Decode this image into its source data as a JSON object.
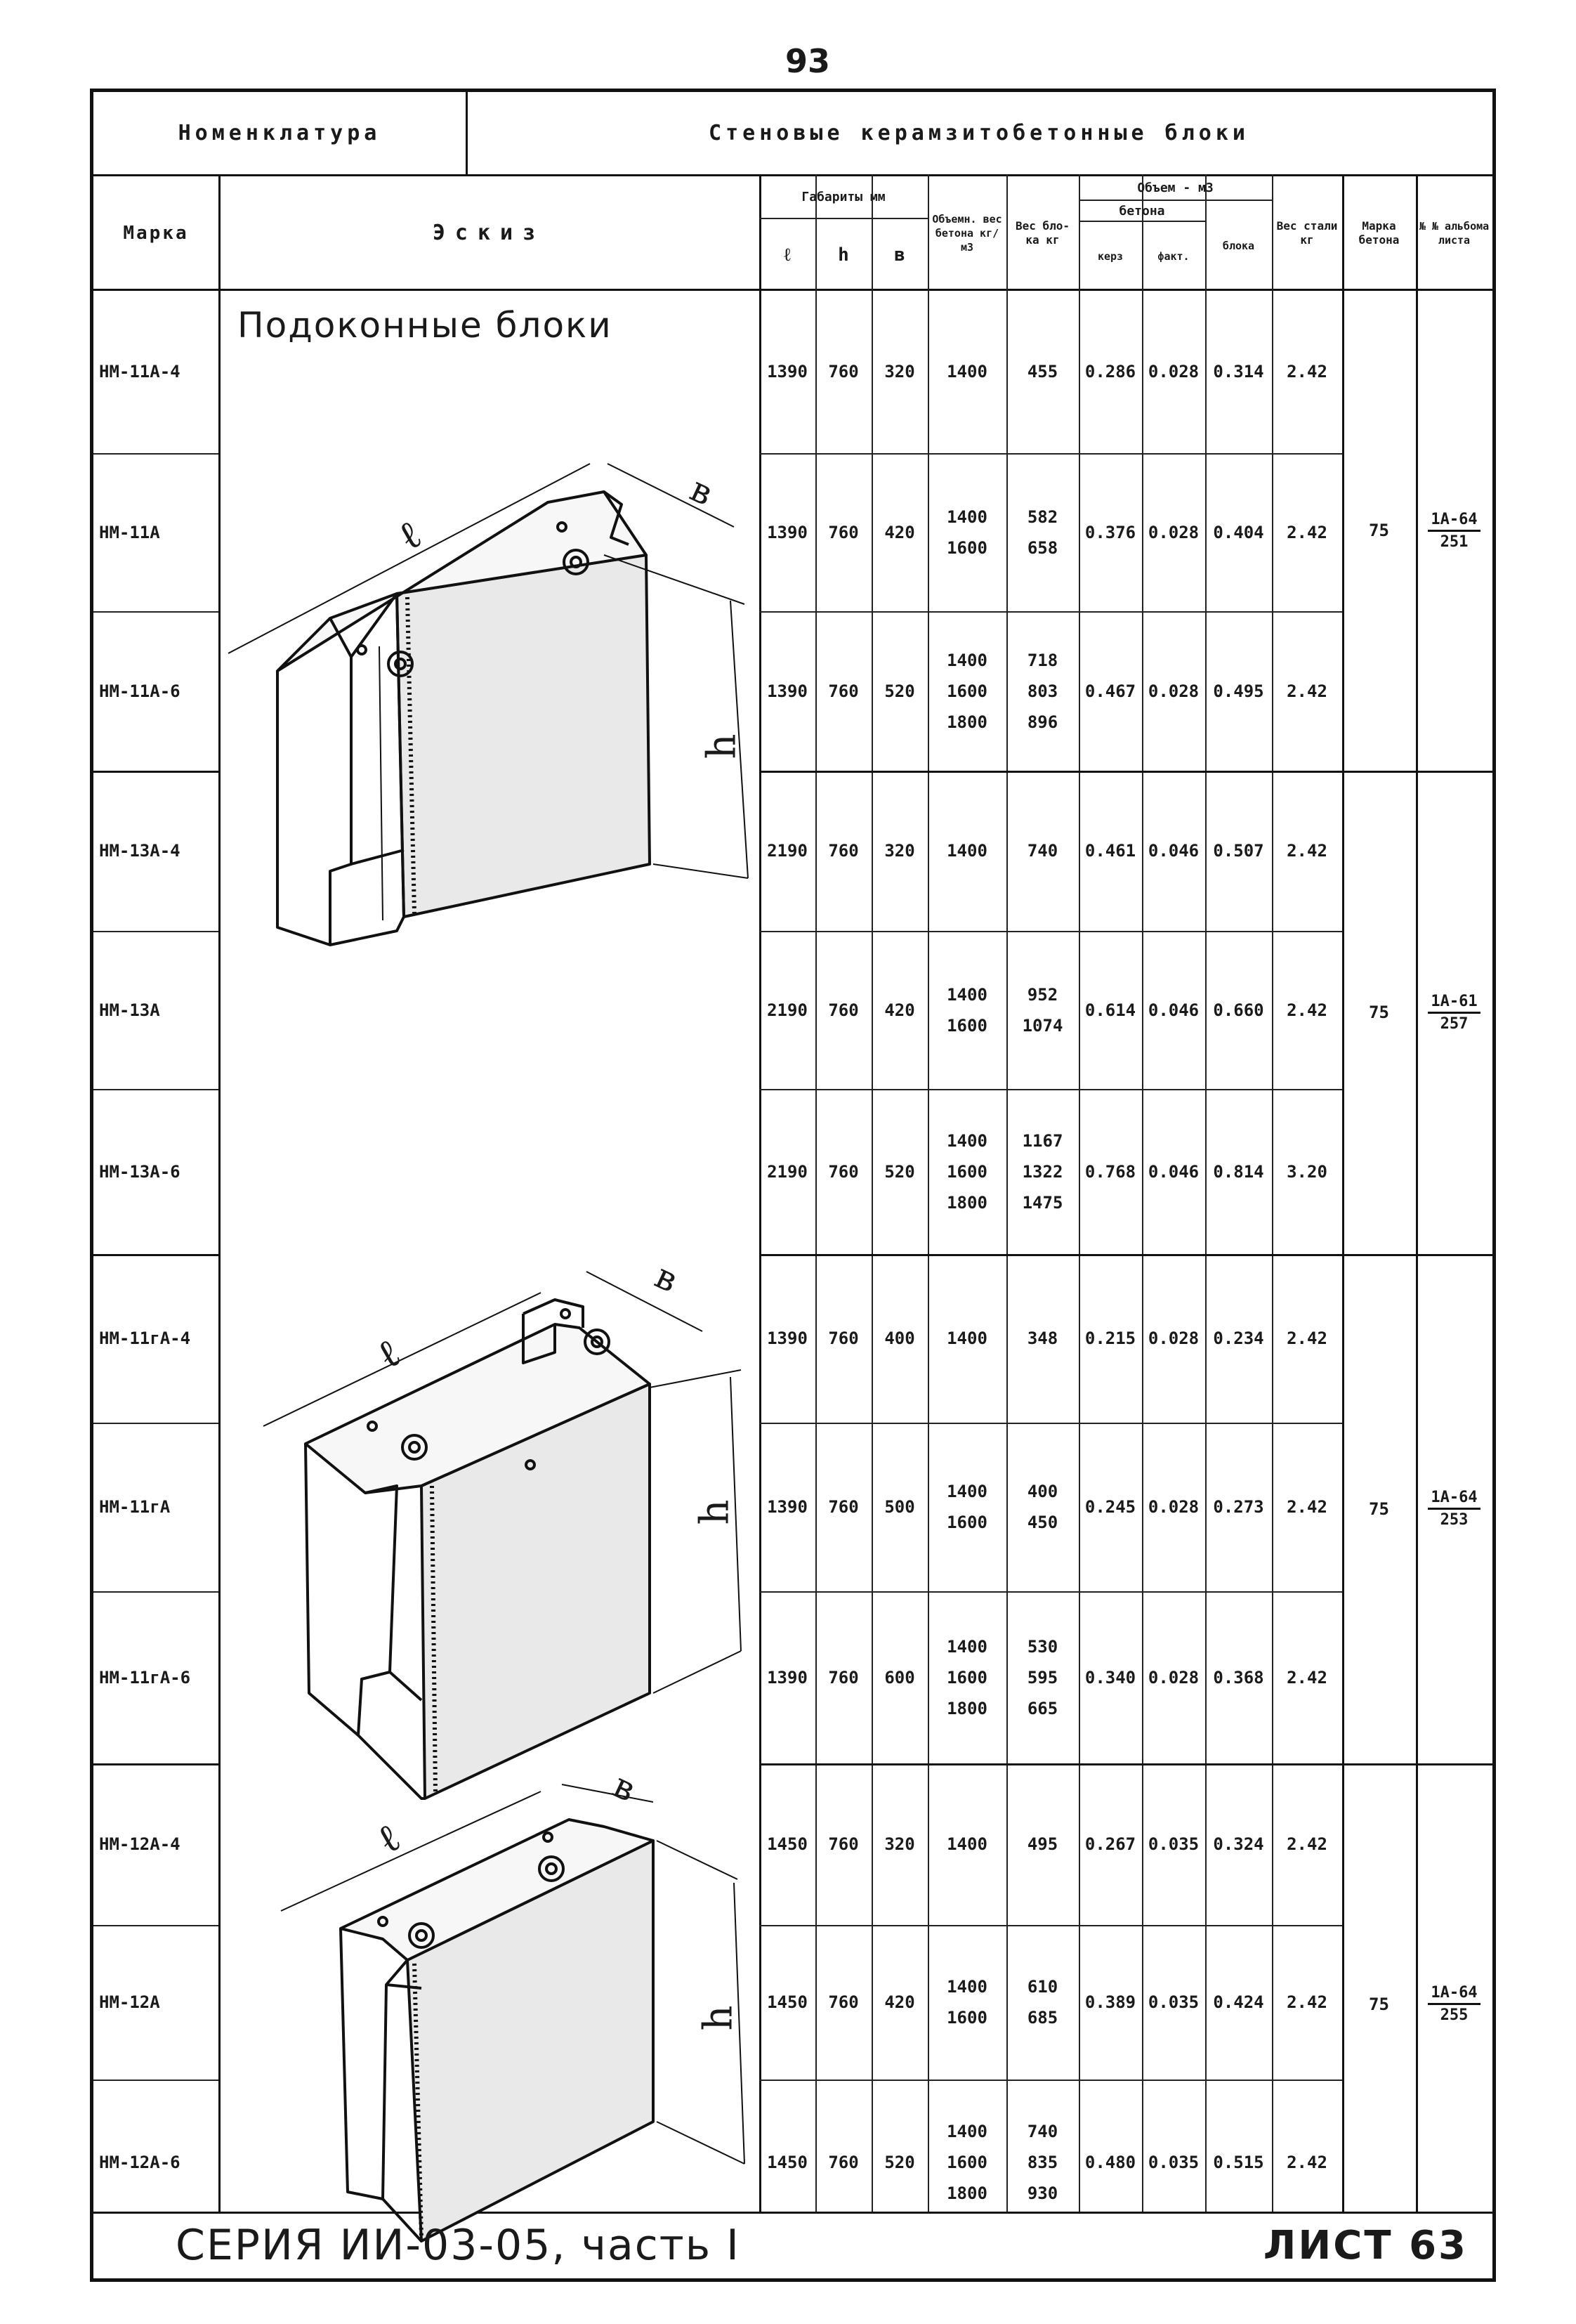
{
  "page_number": "93",
  "header": {
    "nomenclature": "Номенклатура",
    "title": "Стеновые керамзитобетонные блоки"
  },
  "columns": {
    "mark": "Марка",
    "sketch": "Эскиз",
    "dims_group": "Габариты мм",
    "dim_l": "ℓ",
    "dim_h": "h",
    "dim_b": "в",
    "vol_weight": "Объемн. вес бетона кг/м3",
    "weight": "Вес бло-ка кг",
    "volume_group": "Объем - м3",
    "concrete_group": "бетона",
    "concrete_ker": "керз",
    "concrete_fakt": "факт.",
    "block_vol": "блока",
    "steel_weight": "Вес стали кг",
    "concrete_mark": "Марка бетона",
    "sheet_no": "№ № альбома листа"
  },
  "section_title": "Подоконные блоки",
  "rows": [
    {
      "mark": "НМ-11А-4",
      "l": "1390",
      "h": "760",
      "b": "320",
      "vw": [
        "1400"
      ],
      "w": [
        "455"
      ],
      "ker": "0.286",
      "fakt": "0.028",
      "block": "0.314",
      "steel": "2.42"
    },
    {
      "mark": "НМ-11А",
      "l": "1390",
      "h": "760",
      "b": "420",
      "vw": [
        "1400",
        "1600"
      ],
      "w": [
        "582",
        "658"
      ],
      "ker": "0.376",
      "fakt": "0.028",
      "block": "0.404",
      "steel": "2.42"
    },
    {
      "mark": "НМ-11А-6",
      "l": "1390",
      "h": "760",
      "b": "520",
      "vw": [
        "1400",
        "1600",
        "1800"
      ],
      "w": [
        "718",
        "803",
        "896"
      ],
      "ker": "0.467",
      "fakt": "0.028",
      "block": "0.495",
      "steel": "2.42"
    },
    {
      "mark": "НМ-13А-4",
      "l": "2190",
      "h": "760",
      "b": "320",
      "vw": [
        "1400"
      ],
      "w": [
        "740"
      ],
      "ker": "0.461",
      "fakt": "0.046",
      "block": "0.507",
      "steel": "2.42"
    },
    {
      "mark": "НМ-13А",
      "l": "2190",
      "h": "760",
      "b": "420",
      "vw": [
        "1400",
        "1600"
      ],
      "w": [
        "952",
        "1074"
      ],
      "ker": "0.614",
      "fakt": "0.046",
      "block": "0.660",
      "steel": "2.42"
    },
    {
      "mark": "НМ-13А-6",
      "l": "2190",
      "h": "760",
      "b": "520",
      "vw": [
        "1400",
        "1600",
        "1800"
      ],
      "w": [
        "1167",
        "1322",
        "1475"
      ],
      "ker": "0.768",
      "fakt": "0.046",
      "block": "0.814",
      "steel": "3.20"
    },
    {
      "mark": "НМ-11гА-4",
      "l": "1390",
      "h": "760",
      "b": "400",
      "vw": [
        "1400"
      ],
      "w": [
        "348"
      ],
      "ker": "0.215",
      "fakt": "0.028",
      "block": "0.234",
      "steel": "2.42"
    },
    {
      "mark": "НМ-11гА",
      "l": "1390",
      "h": "760",
      "b": "500",
      "vw": [
        "1400",
        "1600"
      ],
      "w": [
        "400",
        "450"
      ],
      "ker": "0.245",
      "fakt": "0.028",
      "block": "0.273",
      "steel": "2.42"
    },
    {
      "mark": "НМ-11гА-6",
      "l": "1390",
      "h": "760",
      "b": "600",
      "vw": [
        "1400",
        "1600",
        "1800"
      ],
      "w": [
        "530",
        "595",
        "665"
      ],
      "ker": "0.340",
      "fakt": "0.028",
      "block": "0.368",
      "steel": "2.42"
    },
    {
      "mark": "НМ-12А-4",
      "l": "1450",
      "h": "760",
      "b": "320",
      "vw": [
        "1400"
      ],
      "w": [
        "495"
      ],
      "ker": "0.267",
      "fakt": "0.035",
      "block": "0.324",
      "steel": "2.42"
    },
    {
      "mark": "НМ-12А",
      "l": "1450",
      "h": "760",
      "b": "420",
      "vw": [
        "1400",
        "1600"
      ],
      "w": [
        "610",
        "685"
      ],
      "ker": "0.389",
      "fakt": "0.035",
      "block": "0.424",
      "steel": "2.42"
    },
    {
      "mark": "НМ-12А-6",
      "l": "1450",
      "h": "760",
      "b": "520",
      "vw": [
        "1400",
        "1600",
        "1800"
      ],
      "w": [
        "740",
        "835",
        "930"
      ],
      "ker": "0.480",
      "fakt": "0.035",
      "block": "0.515",
      "steel": "2.42"
    }
  ],
  "groups": [
    {
      "concrete_mark": "75",
      "sheet_num": "1А-64",
      "sheet_den": "251"
    },
    {
      "concrete_mark": "75",
      "sheet_num": "1А-61",
      "sheet_den": "257"
    },
    {
      "concrete_mark": "75",
      "sheet_num": "1А-64",
      "sheet_den": "253"
    },
    {
      "concrete_mark": "75",
      "sheet_num": "1А-64",
      "sheet_den": "255"
    }
  ],
  "sketch_labels": {
    "length": "ℓ",
    "height": "h",
    "width": "в"
  },
  "footer": {
    "series": "СЕРИЯ ИИ-03-05, часть I",
    "sheet": "ЛИСТ 63"
  }
}
